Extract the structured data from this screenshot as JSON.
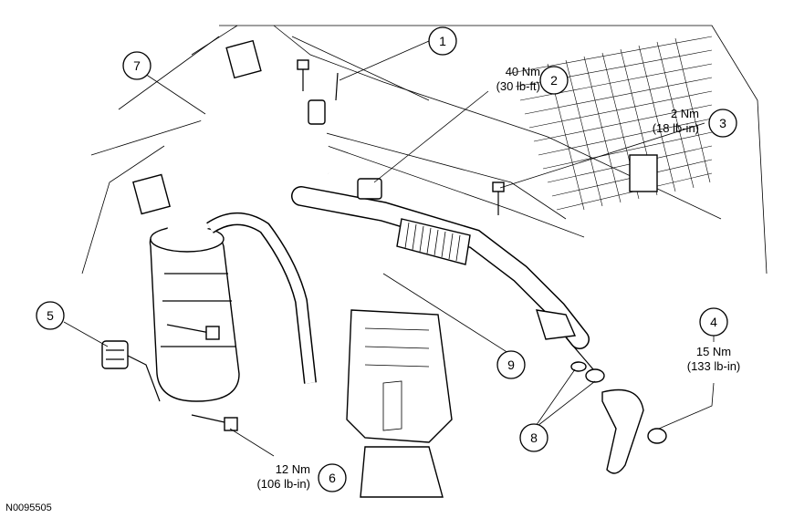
{
  "figure_id": "N0095505",
  "callouts": [
    {
      "num": "1",
      "lines": []
    },
    {
      "num": "2",
      "lines": [
        "40 Nm",
        "(30 lb-ft)"
      ]
    },
    {
      "num": "3",
      "lines": [
        "2 Nm",
        "(18 lb-in)"
      ]
    },
    {
      "num": "4",
      "lines": [
        "15 Nm",
        "(133 lb-in)"
      ]
    },
    {
      "num": "5",
      "lines": []
    },
    {
      "num": "6",
      "lines": [
        "12 Nm",
        "(106 lb-in)"
      ]
    },
    {
      "num": "7",
      "lines": []
    },
    {
      "num": "8",
      "lines": []
    },
    {
      "num": "9",
      "lines": []
    }
  ]
}
